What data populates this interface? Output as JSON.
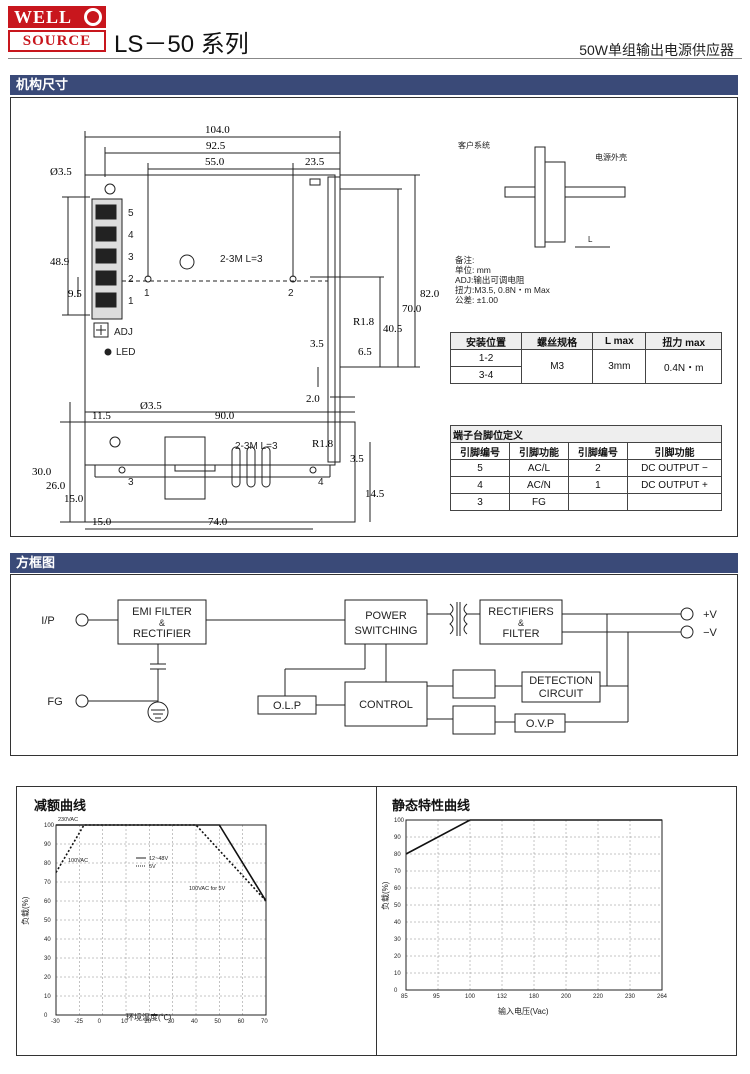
{
  "header": {
    "logo_top": "WELL",
    "logo_bottom": "SOURCE",
    "series": "LS－50 系列",
    "subtitle": "50W单组输出电源供应器"
  },
  "sections": {
    "mech": "机构尺寸",
    "block": "方框图"
  },
  "mech": {
    "dims_top": [
      "104.0",
      "92.5",
      "55.0",
      "23.5"
    ],
    "dia1": "Ø3.5",
    "dim_48_9": "48.9",
    "dim_9_5": "9.5",
    "dim_82": "82.0",
    "dim_70": "70.0",
    "dim_40_5": "40.5",
    "dim_r1_8": "R1.8",
    "dim_6_5": "6.5",
    "dim_3_5": "3.5",
    "dim_2_0": "2.0",
    "terminals": [
      "5",
      "4",
      "3",
      "2",
      "1"
    ],
    "adj": "ADJ",
    "led": "LED",
    "screw_note": "2-3M L=3",
    "holes": [
      "1",
      "2",
      "3",
      "4"
    ],
    "dims_bottom": [
      "11.5",
      "Ø3.5",
      "90.0",
      "30.0",
      "26.0",
      "15.0",
      "15.0",
      "74.0",
      "R1.8",
      "3.5",
      "14.5"
    ],
    "install_labels": [
      "客户系统",
      "电源外壳",
      "L"
    ],
    "notes": [
      "备注:",
      "单位: mm",
      "ADJ:输出可调电阻",
      "扭力:M3.5, 0.8N・m Max",
      "公差: ±1.00"
    ]
  },
  "screw_table": {
    "headers": [
      "安装位置",
      "螺丝规格",
      "L max",
      "扭力 max"
    ],
    "rows": [
      [
        "1-2",
        "M3",
        "3mm",
        "0.4N・m"
      ],
      [
        "3-4",
        "",
        "",
        ""
      ]
    ]
  },
  "pin_table": {
    "title": "端子台脚位定义",
    "headers": [
      "引脚编号",
      "引脚功能",
      "引脚编号",
      "引脚功能"
    ],
    "rows": [
      [
        "5",
        "AC/L",
        "2",
        "DC OUTPUT −"
      ],
      [
        "4",
        "AC/N",
        "1",
        "DC OUTPUT +"
      ],
      [
        "3",
        "FG",
        "",
        ""
      ]
    ]
  },
  "block": {
    "ip": "I/P",
    "fg": "FG",
    "emi": [
      "EMI FILTER",
      "&",
      "RECTIFIER"
    ],
    "power": [
      "POWER",
      "SWITCHING"
    ],
    "rect": [
      "RECTIFIERS",
      "&",
      "FILTER"
    ],
    "detection": [
      "DETECTION",
      "CIRCUIT"
    ],
    "control": "CONTROL",
    "olp": "O.L.P",
    "ovp": "O.V.P",
    "vplus": "+V",
    "vminus": "−V"
  },
  "derating": {
    "title": "减额曲线",
    "xlabel": "环境温度(℃)",
    "ylabel": "负载(%)",
    "note_230": "230VAC",
    "note_100": "100VAC",
    "note_100_5v": "100VAC for 5V",
    "legend": [
      "12~48V",
      "5V"
    ]
  },
  "static": {
    "title": "静态特性曲线",
    "xlabel": "输入电压(Vac)",
    "ylabel": "负载(%)"
  },
  "chart_data": [
    {
      "type": "line",
      "title": "减额曲线",
      "xlabel": "环境温度(℃)",
      "ylabel": "负载(%)",
      "x_ticks": [
        -30,
        -25,
        0,
        10,
        20,
        30,
        40,
        50,
        60,
        70
      ],
      "y_ticks": [
        0,
        10,
        20,
        30,
        40,
        50,
        60,
        70,
        80,
        90,
        100
      ],
      "series": [
        {
          "name": "12~48V",
          "style": "solid",
          "x": [
            -30,
            50,
            70
          ],
          "y": [
            100,
            100,
            60
          ]
        },
        {
          "name": "5V",
          "style": "dotted",
          "x": [
            -30,
            -20,
            40,
            70
          ],
          "y": [
            75,
            100,
            100,
            60
          ]
        }
      ]
    },
    {
      "type": "line",
      "title": "静态特性曲线",
      "xlabel": "输入电压(Vac)",
      "ylabel": "负载(%)",
      "x_ticks": [
        85,
        95,
        100,
        132,
        180,
        200,
        220,
        230,
        264
      ],
      "y_ticks": [
        0,
        10,
        20,
        30,
        40,
        50,
        60,
        70,
        80,
        90,
        100
      ],
      "series": [
        {
          "x": [
            85,
            100,
            264
          ],
          "y": [
            80,
            100,
            100
          ]
        }
      ]
    }
  ]
}
